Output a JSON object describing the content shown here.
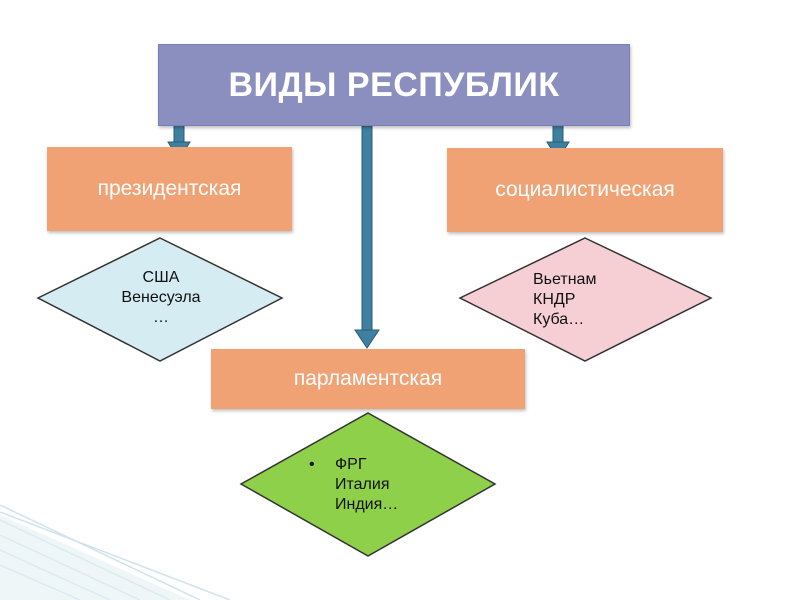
{
  "title": "ВИДЫ РЕСПУБЛИК",
  "types": {
    "presidential": "президентская",
    "socialist": "социалистическая",
    "parliamentary": "парламентская"
  },
  "examples": {
    "presidential": [
      "США",
      "Венесуэла",
      "…"
    ],
    "socialist": [
      "Вьетнам",
      "КНДР",
      "Куба…"
    ],
    "parliamentary": [
      "ФРГ",
      "Италия",
      "Индия…"
    ]
  },
  "colors": {
    "title_box": "#8a8fbf",
    "type_box": "#f0a275",
    "arrow": "#3f7fa0",
    "diamond_presidential": "#d6ecf3",
    "diamond_socialist": "#f6cfd5",
    "diamond_parliamentary": "#8ed04a",
    "diamond_border": "#333333"
  }
}
